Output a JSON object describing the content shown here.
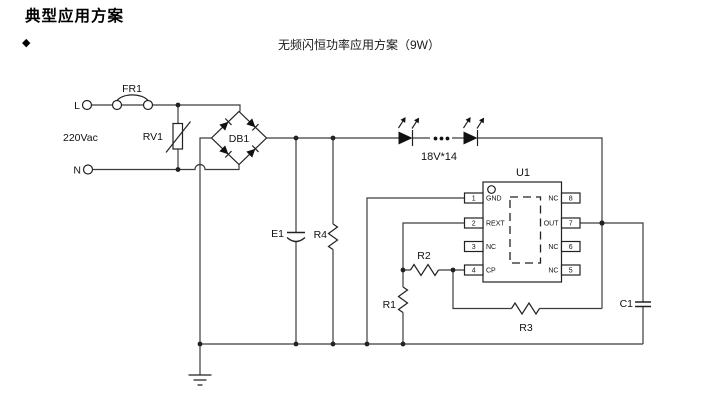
{
  "page": {
    "title": "典型应用方案",
    "bullet": "◆",
    "subtitle": "无频闪恒功率应用方案（9W）"
  },
  "schematic": {
    "colors": {
      "wire": "#3c3c3c",
      "component": "#111111",
      "background": "#ffffff"
    },
    "input": {
      "line_label": "L",
      "neutral_label": "N",
      "voltage_label": "220Vac"
    },
    "components": {
      "fuse": "FR1",
      "varistor": "RV1",
      "bridge": "DB1",
      "bulk_cap": "E1",
      "r1": "R1",
      "r2": "R2",
      "r3": "R3",
      "r4": "R4",
      "output_cap": "C1",
      "led_string": "18V*14"
    },
    "ic": {
      "designator": "U1",
      "left_pins": [
        {
          "num": "1",
          "name": "GND"
        },
        {
          "num": "2",
          "name": "REXT"
        },
        {
          "num": "3",
          "name": "NC"
        },
        {
          "num": "4",
          "name": "CP"
        }
      ],
      "right_pins": [
        {
          "num": "8",
          "name": "NC"
        },
        {
          "num": "7",
          "name": "OUT"
        },
        {
          "num": "6",
          "name": "NC"
        },
        {
          "num": "5",
          "name": "NC"
        }
      ]
    }
  }
}
